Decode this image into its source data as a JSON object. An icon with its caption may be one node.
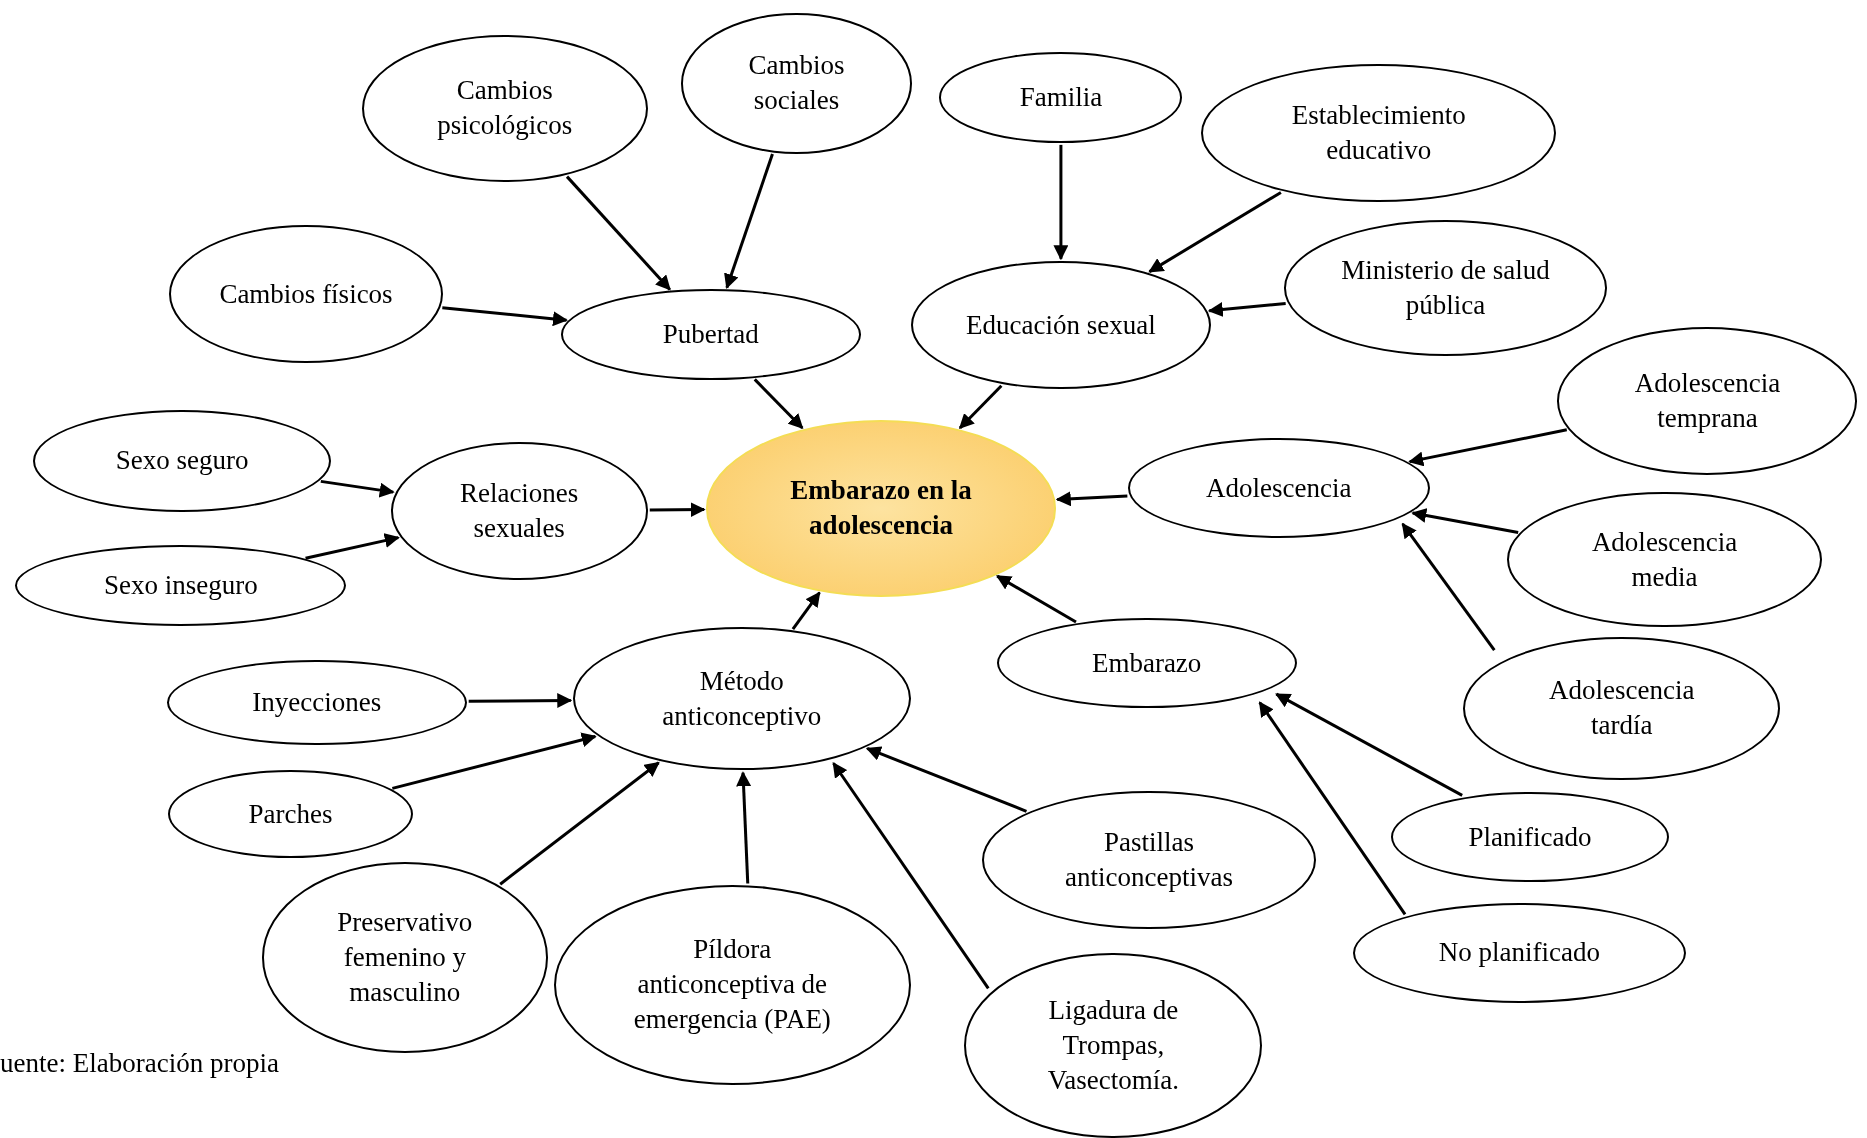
{
  "diagram": {
    "caption": "uente: Elaboración propia",
    "nodes": [
      {
        "text": [
          "Embarazo en la adolescencia"
        ]
      },
      {
        "text": [
          "Pubertad"
        ]
      },
      {
        "text": [
          "Cambios físicos"
        ]
      },
      {
        "text": [
          "Cambios psicológicos"
        ]
      },
      {
        "text": [
          "Cambios sociales"
        ]
      },
      {
        "text": [
          "Educación sexual"
        ]
      },
      {
        "text": [
          "Familia"
        ]
      },
      {
        "text": [
          "Establecimiento educativo"
        ]
      },
      {
        "text": [
          "Ministerio de salud pública"
        ]
      },
      {
        "text": [
          "Relaciones sexuales"
        ]
      },
      {
        "text": [
          "Sexo seguro"
        ]
      },
      {
        "text": [
          "Sexo inseguro"
        ]
      },
      {
        "text": [
          "Adolescencia"
        ]
      },
      {
        "text": [
          "Adolescencia temprana"
        ]
      },
      {
        "text": [
          "Adolescencia media"
        ]
      },
      {
        "text": [
          "Adolescencia tardía"
        ]
      },
      {
        "text": [
          "Embarazo"
        ]
      },
      {
        "text": [
          "Planificado"
        ]
      },
      {
        "text": [
          "No planificado"
        ]
      },
      {
        "text": [
          "Método anticonceptivo"
        ]
      },
      {
        "text": [
          "Inyecciones"
        ]
      },
      {
        "text": [
          "Parches"
        ]
      },
      {
        "text": [
          "Preservativo femenino y masculino"
        ]
      },
      {
        "text": [
          "Píldora anticonceptiva de emergencia (PAE)"
        ]
      },
      {
        "text": [
          "Ligadura de Trompas, Vasectomía."
        ]
      },
      {
        "text": [
          "Pastillas anticonceptivas"
        ]
      }
    ],
    "edges": [
      {
        "from": 2,
        "to": 1,
        "arrow": "to"
      },
      {
        "from": 3,
        "to": 1,
        "arrow": "to"
      },
      {
        "from": 4,
        "to": 1,
        "arrow": "to"
      },
      {
        "from": 1,
        "to": 0,
        "arrow": "to"
      },
      {
        "from": 6,
        "to": 5,
        "arrow": "to"
      },
      {
        "from": 7,
        "to": 5,
        "arrow": "to"
      },
      {
        "from": 8,
        "to": 5,
        "arrow": "to"
      },
      {
        "from": 5,
        "to": 0,
        "arrow": "to"
      },
      {
        "from": 10,
        "to": 9,
        "arrow": "to"
      },
      {
        "from": 11,
        "to": 9,
        "arrow": "to"
      },
      {
        "from": 9,
        "to": 0,
        "arrow": "to"
      },
      {
        "from": 13,
        "to": 12,
        "arrow": "to"
      },
      {
        "from": 14,
        "to": 12,
        "arrow": "to"
      },
      {
        "from": 15,
        "to": 12,
        "arrow": "to"
      },
      {
        "from": 12,
        "to": 0,
        "arrow": "to"
      },
      {
        "from": 17,
        "to": 16,
        "arrow": "to"
      },
      {
        "from": 18,
        "to": 16,
        "arrow": "to"
      },
      {
        "from": 16,
        "to": 0,
        "arrow": "to"
      },
      {
        "from": 20,
        "to": 19,
        "arrow": "to"
      },
      {
        "from": 21,
        "to": 19,
        "arrow": "to"
      },
      {
        "from": 22,
        "to": 19,
        "arrow": "to"
      },
      {
        "from": 23,
        "to": 19,
        "arrow": "to"
      },
      {
        "from": 24,
        "to": 19,
        "arrow": "to"
      },
      {
        "from": 25,
        "to": 19,
        "arrow": "to"
      },
      {
        "from": 19,
        "to": 0,
        "arrow": "to"
      }
    ]
  }
}
